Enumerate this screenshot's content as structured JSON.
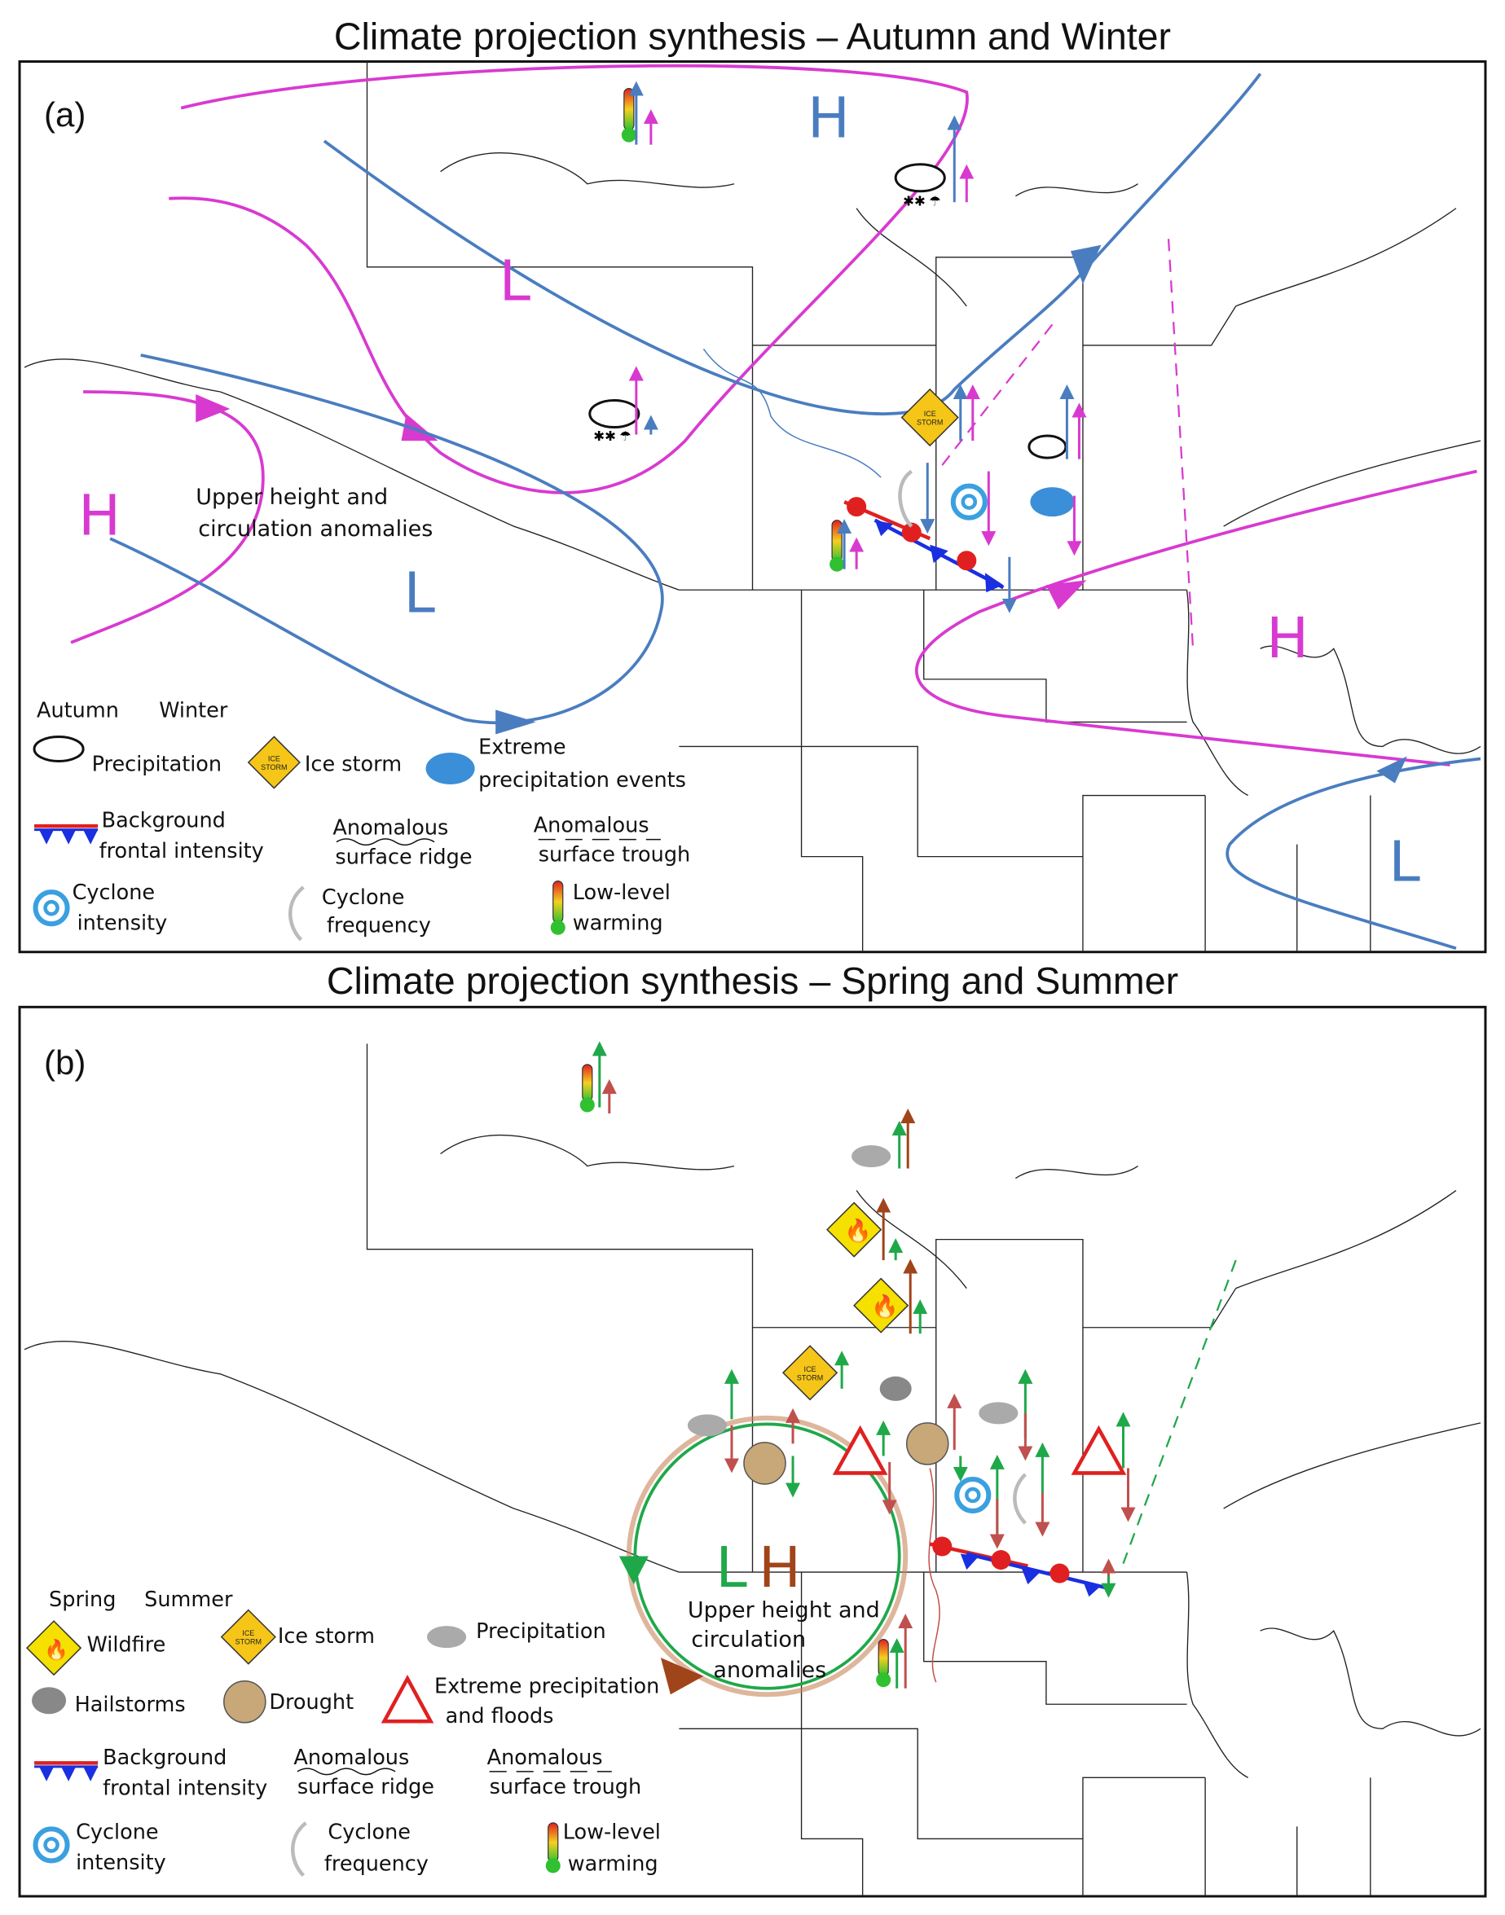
{
  "panel_a": {
    "title": "Climate projection synthesis – Autumn and Winter",
    "label": "(a)",
    "season_1": "Autumn",
    "season_2": "Winter",
    "annotation_line1": "Upper height and",
    "annotation_line2": "circulation anomalies",
    "legend": {
      "precipitation": "Precipitation",
      "ice_storm": "Ice storm",
      "extreme_line1": "Extreme",
      "extreme_line2": "precipitation events",
      "frontal_line1": "Background",
      "frontal_line2": "frontal intensity",
      "ridge_line1": "Anomalous",
      "ridge_line2": "surface ridge",
      "trough_line1": "Anomalous",
      "trough_line2": "surface trough",
      "cyclone_int_line1": "Cyclone",
      "cyclone_int_line2": "intensity",
      "cyclone_freq_line1": "Cyclone",
      "cyclone_freq_line2": "frequency",
      "warming_line1": "Low-level",
      "warming_line2": "warming"
    }
  },
  "panel_b": {
    "title": "Climate projection synthesis – Spring and Summer",
    "label": "(b)",
    "season_1": "Spring",
    "season_2": "Summer",
    "annotation_line1": "Upper height and",
    "annotation_line2": "circulation",
    "annotation_line3": "anomalies",
    "legend": {
      "wildfire": "Wildfire",
      "ice_storm": "Ice storm",
      "precipitation": "Precipitation",
      "hailstorms": "Hailstorms",
      "drought": "Drought",
      "extreme_line1": "Extreme precipitation",
      "extreme_line2": "and floods",
      "frontal_line1": "Background",
      "frontal_line2": "frontal intensity",
      "ridge_line1": "Anomalous",
      "ridge_line2": "surface ridge",
      "trough_line1": "Anomalous",
      "trough_line2": "surface trough",
      "cyclone_int_line1": "Cyclone",
      "cyclone_int_line2": "intensity",
      "cyclone_freq_line1": "Cyclone",
      "cyclone_freq_line2": "frequency",
      "warming_line1": "Low-level",
      "warming_line2": "warming"
    }
  },
  "pressure": {
    "high": "H",
    "low": "L"
  },
  "icon_text": {
    "ice_line1": "ICE",
    "ice_line2": "STORM"
  },
  "colors": {
    "autumn": "#d83ad0",
    "winter": "#4a7dc0",
    "spring": "#1fa84a",
    "summer": "#a0451a"
  }
}
